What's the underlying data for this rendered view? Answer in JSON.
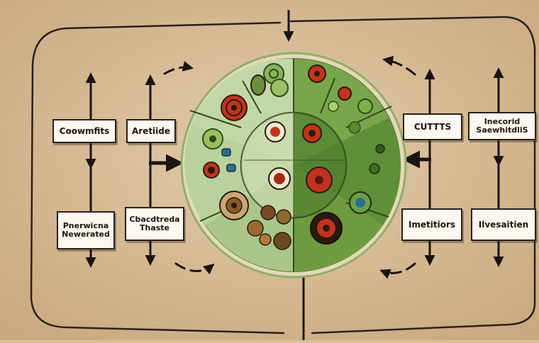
{
  "labels": {
    "top_left_outer": "Coowmfits",
    "top_left_inner": "Aretiide",
    "bottom_left_outer": "Pnerwicna\nNewerated",
    "bottom_left_inner": "Cbacdtreda\nThaste",
    "top_right_inner": "CUTTTS",
    "top_right_outer": "Inecorid\nSaewhitdliS",
    "bottom_right_inner": "Imetitiors",
    "bottom_right_outer": "Ilvesaitien"
  },
  "colors": {
    "background": "#d9bf9a",
    "outer_ring": "#b9d29b",
    "light_green": "#a7c98a",
    "mid_green": "#6d9a3f",
    "dark_green": "#3f6a26",
    "accent_red": "#c2331d",
    "line": "#2b2118"
  }
}
